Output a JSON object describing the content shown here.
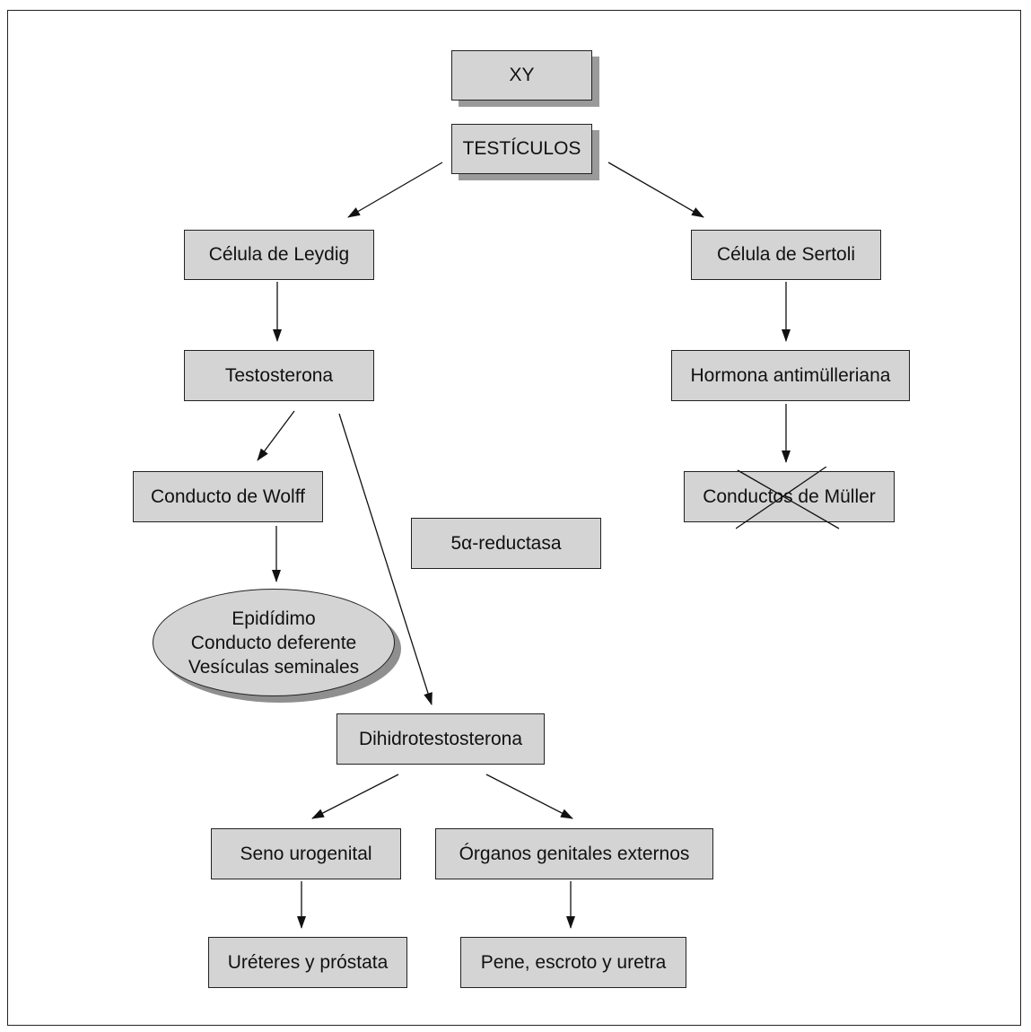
{
  "diagram": {
    "nodes": {
      "xy": "XY",
      "testiculos": "TESTÍCULOS",
      "leydig": "Célula de Leydig",
      "sertoli": "Célula de Sertoli",
      "testosterona": "Testosterona",
      "amh": "Hormona antimülleriana",
      "wolff": "Conducto de Wolff",
      "muller": "Conductos de Müller",
      "reductasa": "5α-reductasa",
      "epididimo_lines": [
        "Epidídimo",
        "Conducto deferente",
        "Vesículas seminales"
      ],
      "dht": "Dihidrotestosterona",
      "seno": "Seno urogenital",
      "organos": "Órganos genitales externos",
      "ureteres": "Uréteres y próstata",
      "pene": "Pene, escroto y uretra"
    },
    "edges": [
      [
        "testiculos",
        "leydig"
      ],
      [
        "testiculos",
        "sertoli"
      ],
      [
        "leydig",
        "testosterona"
      ],
      [
        "sertoli",
        "amh"
      ],
      [
        "amh",
        "muller"
      ],
      [
        "testosterona",
        "wolff"
      ],
      [
        "testosterona",
        "dht"
      ],
      [
        "wolff",
        "epididimo"
      ],
      [
        "dht",
        "seno"
      ],
      [
        "dht",
        "organos"
      ],
      [
        "seno",
        "ureteres"
      ],
      [
        "organos",
        "pene"
      ]
    ],
    "crossed_out": [
      "muller"
    ]
  }
}
